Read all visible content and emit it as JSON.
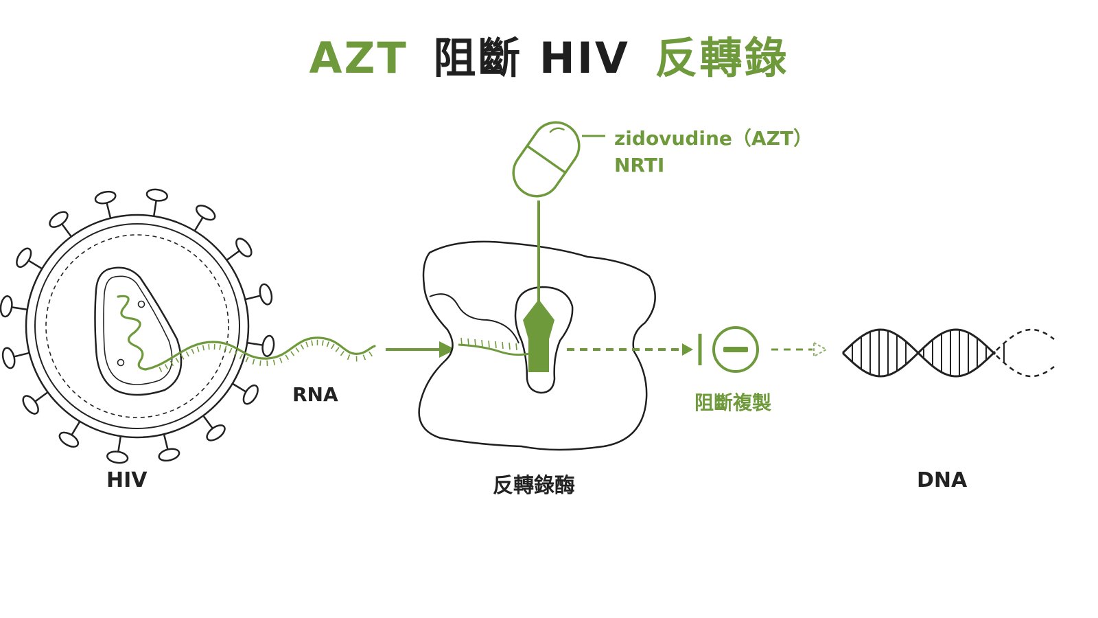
{
  "title": {
    "part1": "AZT",
    "part2": "阻斷 HIV",
    "part3": "反轉錄"
  },
  "labels": {
    "hiv": "HIV",
    "rna": "RNA",
    "enzyme": "反轉錄酶",
    "dna": "DNA",
    "drug_name": "zidovudine（AZT）",
    "drug_class": "NRTI",
    "block": "阻斷複製"
  },
  "colors": {
    "accent": "#6f9a3c",
    "ink": "#222222",
    "background": "#ffffff"
  },
  "icons": [
    "hiv-virus-icon",
    "pill-icon",
    "enzyme-icon",
    "block-icon",
    "dna-helix-icon"
  ]
}
